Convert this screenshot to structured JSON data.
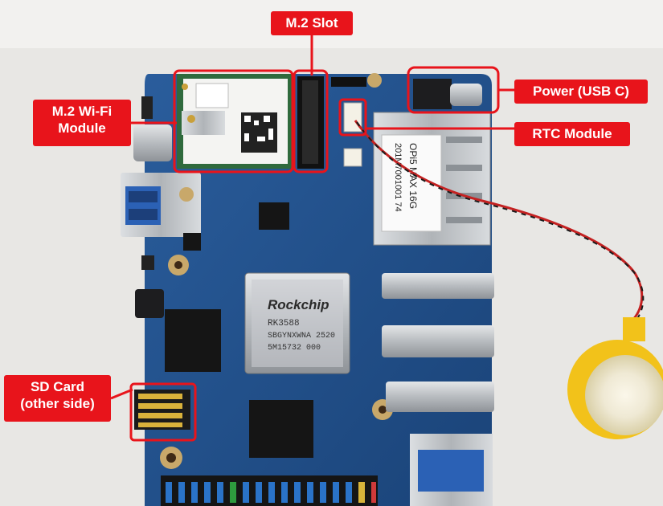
{
  "labels": {
    "m2_slot": "M.2 Slot",
    "m2_wifi_line1": "M.2 Wi-Fi",
    "m2_wifi_line2": "Module",
    "power": "Power (USB C)",
    "rtc": "RTC Module",
    "sd_line1": "SD Card",
    "sd_line2": "(other side)"
  },
  "chip": {
    "brand": "Rockchip",
    "model": "RK3588",
    "line3": "SBGYNXWNA 2520",
    "line4": "5M15732 000"
  },
  "ethernet_sticker": {
    "line1": "OPi5 MAX 16G",
    "line2": "201M7001001 74"
  },
  "colors": {
    "label_red": "#e8141b",
    "pcb_blue": "#1f4e8a",
    "battery_yellow": "#f2c21a"
  }
}
